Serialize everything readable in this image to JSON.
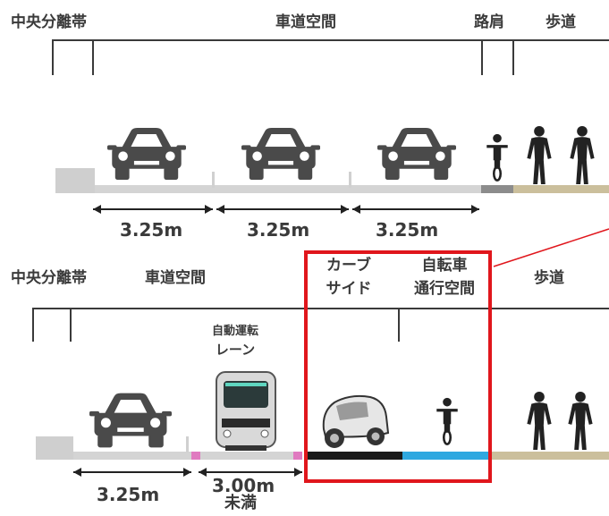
{
  "top": {
    "labels": {
      "median": "中央分離帯",
      "carriageway": "車道空間",
      "shoulder": "路肩",
      "sidewalk": "歩道"
    },
    "widths": [
      "3.25m",
      "3.25m",
      "3.25m"
    ]
  },
  "bottom": {
    "labels": {
      "median": "中央分離帯",
      "carriageway": "車道空間",
      "autonomous_lane": "自動運転",
      "autonomous_lane_2": "レーン",
      "curbside_1": "カーブ",
      "curbside_2": "サイド",
      "bicycle_1": "自転車",
      "bicycle_2": "通行空間",
      "sidewalk": "歩道"
    },
    "widths": [
      "3.25m",
      "3.00m",
      "未満"
    ]
  },
  "colors": {
    "highlight": "#e0161c",
    "vehicle": "#4a4a4a",
    "road": "#d4d4d4",
    "shoulder": "#8c8c8c",
    "sidewalk": "#cbbf9c",
    "autonomous_marker": "#e07ac0",
    "curbside": "#1a1a1a",
    "bicycle_lane": "#2ea8e0"
  },
  "icons": [
    "car-icon",
    "bus-icon",
    "ev-car-icon",
    "cyclist-icon",
    "pedestrian-icon",
    "dimension-arrow-icon"
  ]
}
